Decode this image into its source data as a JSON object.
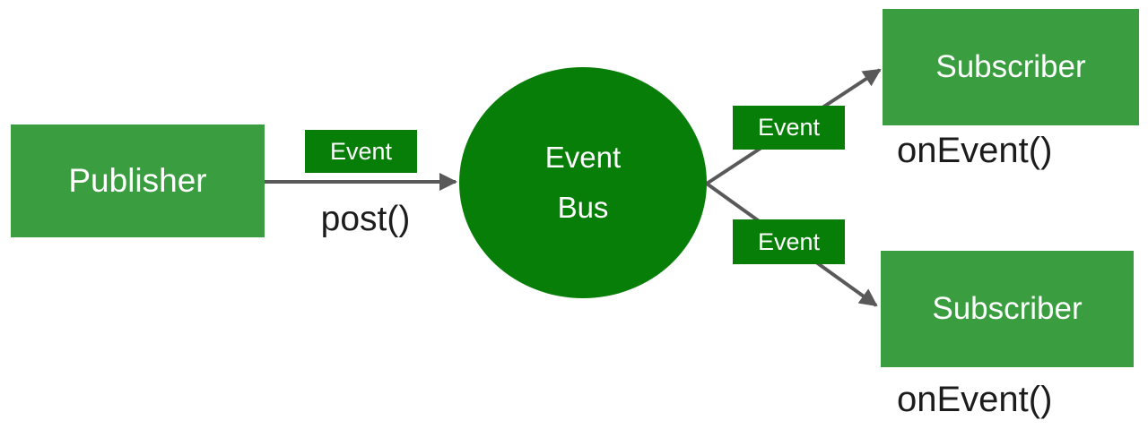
{
  "diagram": {
    "publisher": {
      "label": "Publisher",
      "method": "post()"
    },
    "bus": {
      "line1": "Event",
      "line2": "Bus"
    },
    "event_labels": [
      "Event",
      "Event",
      "Event"
    ],
    "subscribers": [
      {
        "label": "Subscriber",
        "method": "onEvent()"
      },
      {
        "label": "Subscriber",
        "method": "onEvent()"
      }
    ],
    "colors": {
      "box_green": "#3A9E41",
      "dark_green": "#077E07",
      "arrow_gray": "#595959",
      "text_black": "#1C1C1C",
      "text_white": "#FFFFFF"
    }
  }
}
